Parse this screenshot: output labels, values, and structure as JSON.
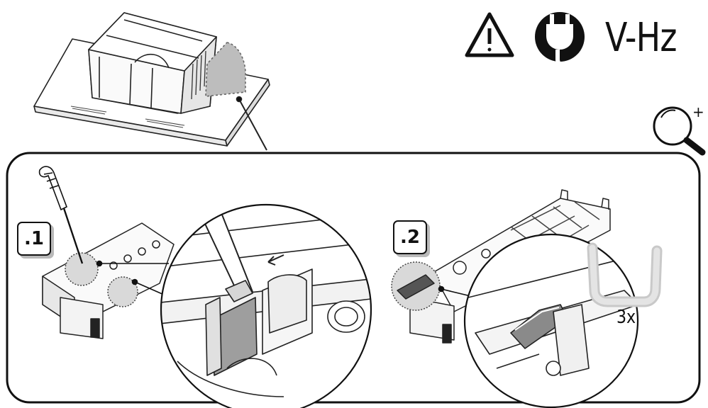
{
  "header": {
    "voltage_label": "V-Hz",
    "warning_icon": "warning-triangle-icon",
    "plug_icon": "power-plug-icon",
    "magnifier_icon": "magnifier-zoom-in-icon",
    "magnifier_sign": "+"
  },
  "steps": [
    {
      "label": ".1"
    },
    {
      "label": ".2"
    }
  ],
  "clip": {
    "quantity": "3x"
  }
}
